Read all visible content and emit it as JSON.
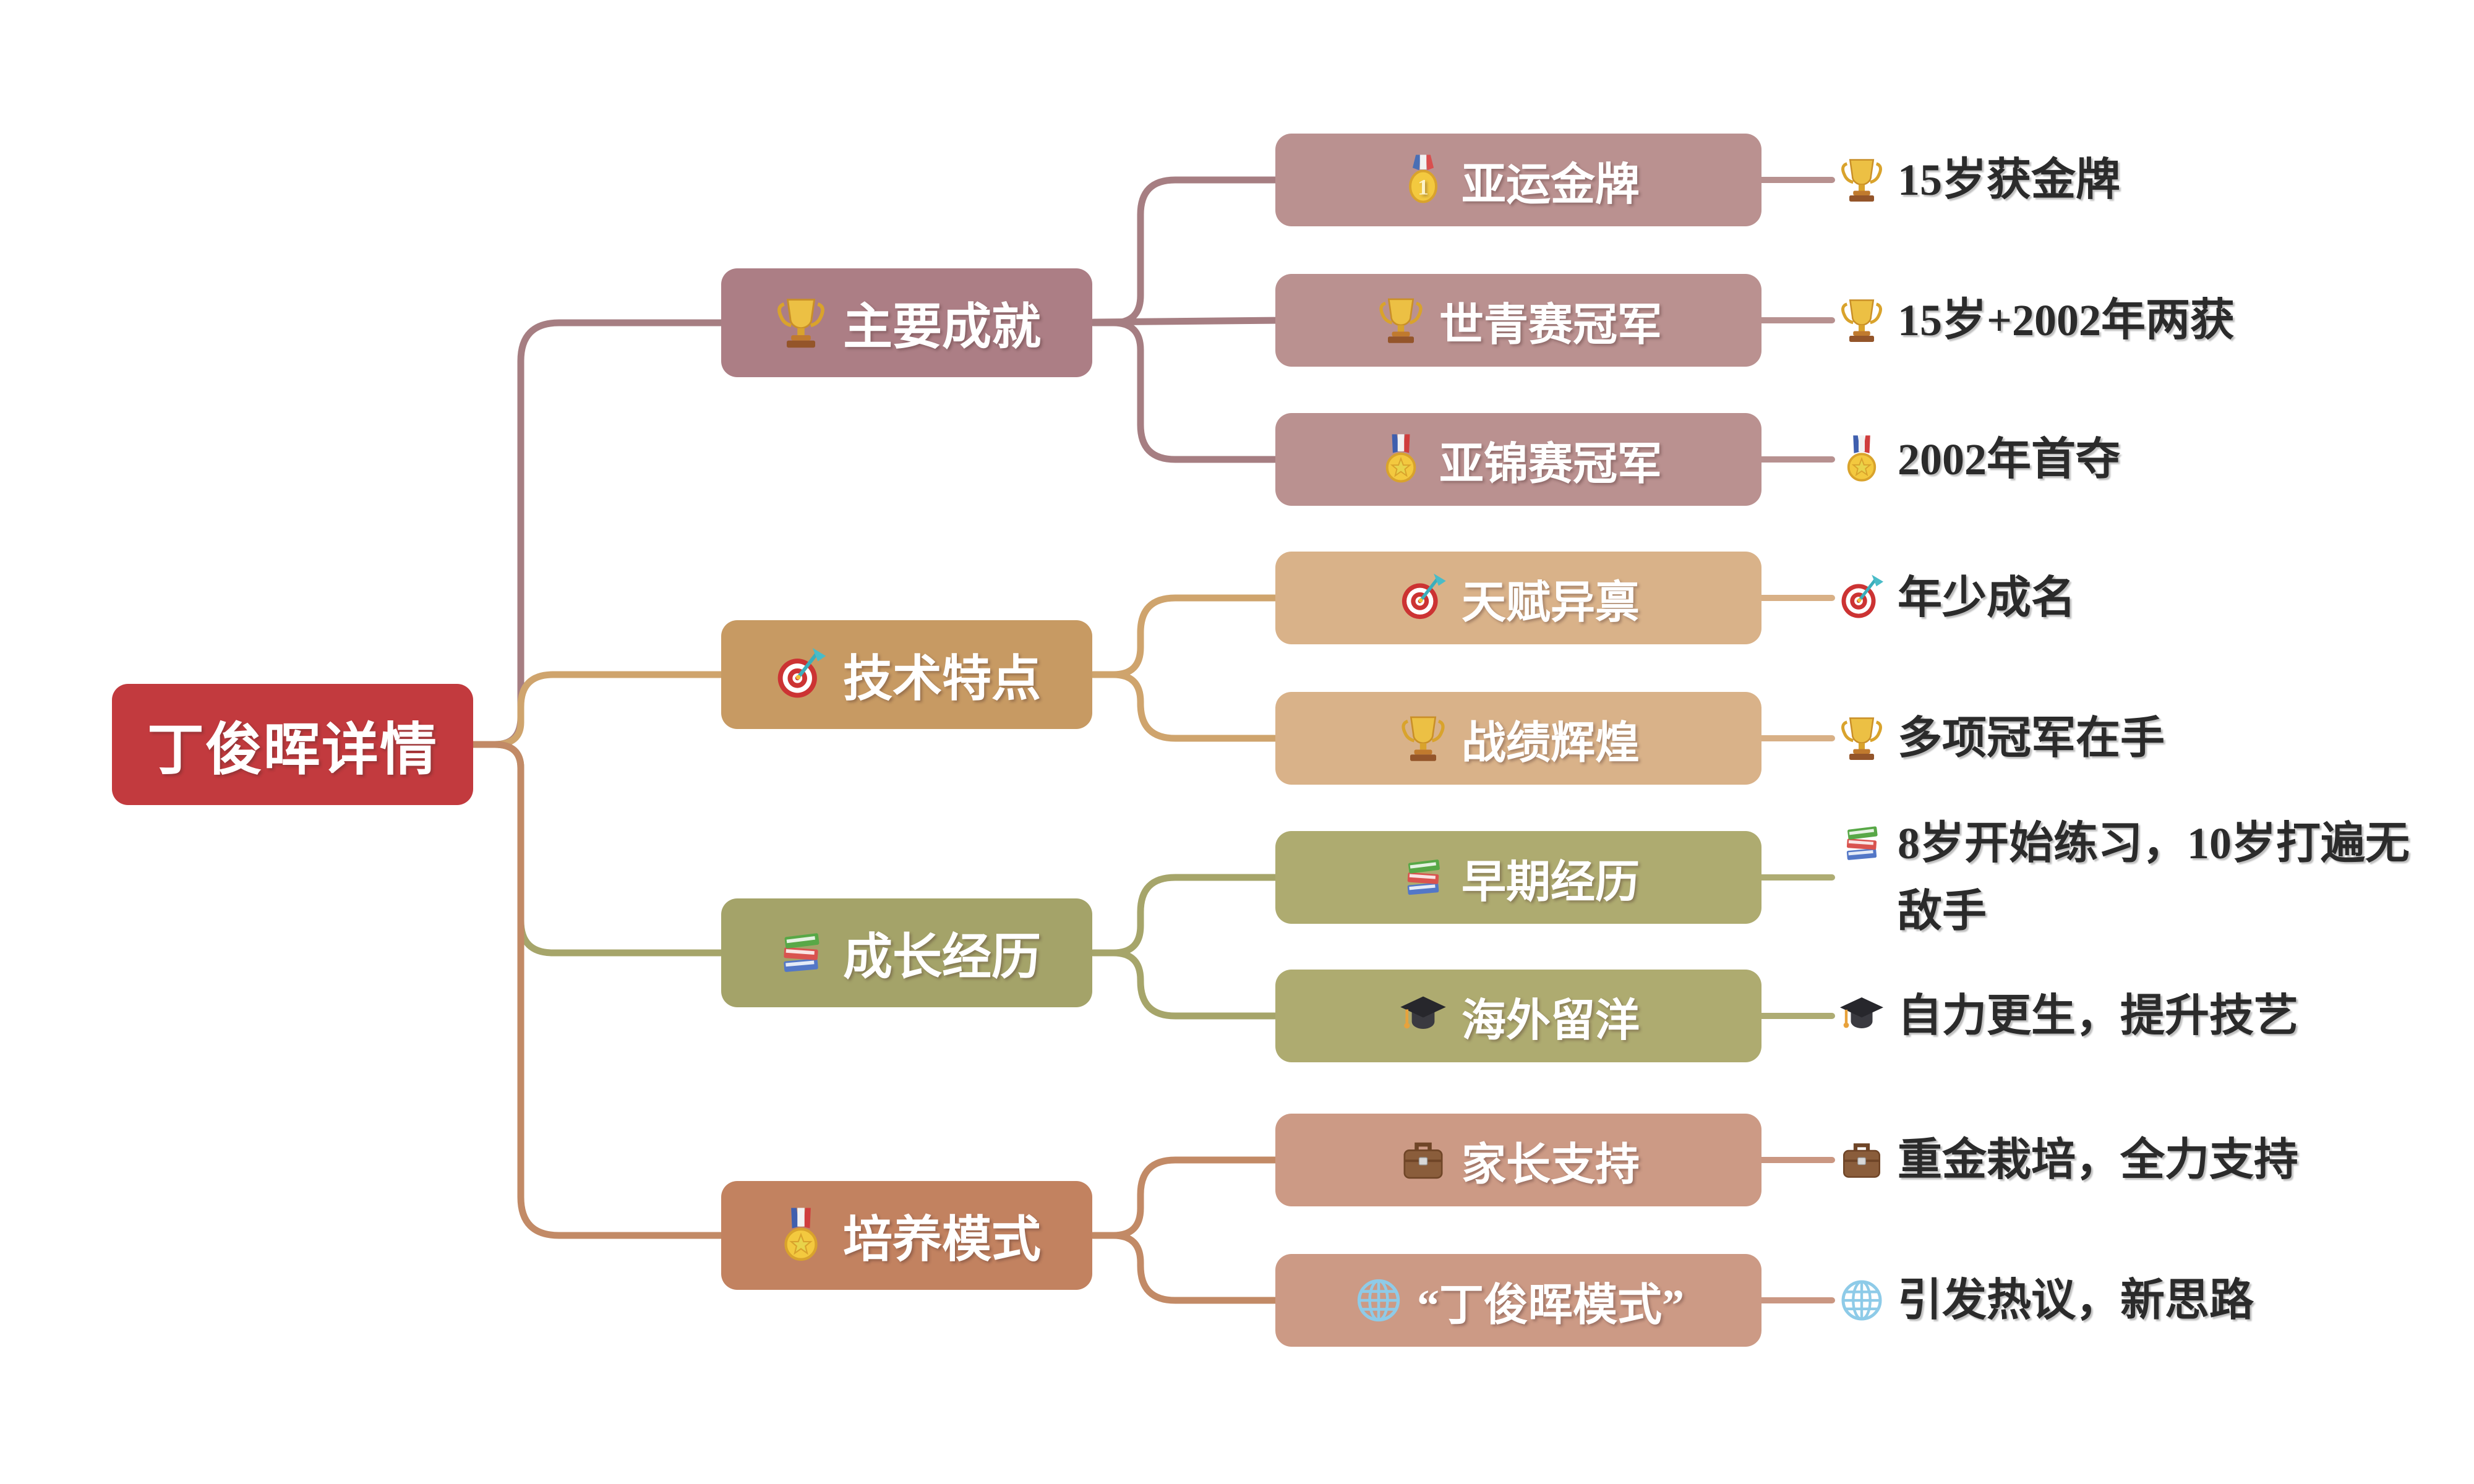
{
  "root": {
    "label": "丁俊晖详情"
  },
  "palette": {
    "canvas_bg": "#ffffff",
    "root_bg": "#c23a3e",
    "node_text": "#ffffff",
    "note_text": "#2b2b2b",
    "branch1": {
      "box": "#ac7e85",
      "child_box": "#ba9190",
      "line": "#a67e82"
    },
    "branch2": {
      "box": "#c79a63",
      "child_box": "#d9b289",
      "line": "#cfa46d"
    },
    "branch3": {
      "box": "#a4a369",
      "child_box": "#aeab70",
      "line": "#a6a56a"
    },
    "branch4": {
      "box": "#c28260",
      "child_box": "#cc9a85",
      "line": "#c28a66"
    }
  },
  "branches": [
    {
      "label": "主要成就",
      "icon": "trophy-icon",
      "children": [
        {
          "label": "亚运金牌",
          "icon": "first-place-medal-icon",
          "note": {
            "icon": "trophy-icon",
            "text": "15岁获金牌"
          }
        },
        {
          "label": "世青赛冠军",
          "icon": "trophy-icon",
          "note": {
            "icon": "trophy-icon",
            "text": "15岁+2002年两获"
          }
        },
        {
          "label": "亚锦赛冠军",
          "icon": "sports-medal-icon",
          "note": {
            "icon": "sports-medal-icon",
            "text": "2002年首夺"
          }
        }
      ]
    },
    {
      "label": "技术特点",
      "icon": "target-icon",
      "children": [
        {
          "label": "天赋异禀",
          "icon": "target-icon",
          "note": {
            "icon": "target-icon",
            "text": "年少成名"
          }
        },
        {
          "label": "战绩辉煌",
          "icon": "trophy-icon",
          "note": {
            "icon": "trophy-icon",
            "text": "多项冠军在手"
          }
        }
      ]
    },
    {
      "label": "成长经历",
      "icon": "books-icon",
      "children": [
        {
          "label": "早期经历",
          "icon": "books-icon",
          "note": {
            "icon": "books-icon",
            "text": "8岁开始练习，10岁打遍无敌手"
          }
        },
        {
          "label": "海外留洋",
          "icon": "graduation-cap-icon",
          "note": {
            "icon": "graduation-cap-icon",
            "text": "自力更生，提升技艺"
          }
        }
      ]
    },
    {
      "label": "培养模式",
      "icon": "sports-medal-icon",
      "children": [
        {
          "label": "家长支持",
          "icon": "briefcase-icon",
          "note": {
            "icon": "briefcase-icon",
            "text": "重金栽培，全力支持"
          }
        },
        {
          "label": "“丁俊晖模式”",
          "icon": "globe-icon",
          "note": {
            "icon": "globe-icon",
            "text": "引发热议，新思路"
          }
        }
      ]
    }
  ]
}
